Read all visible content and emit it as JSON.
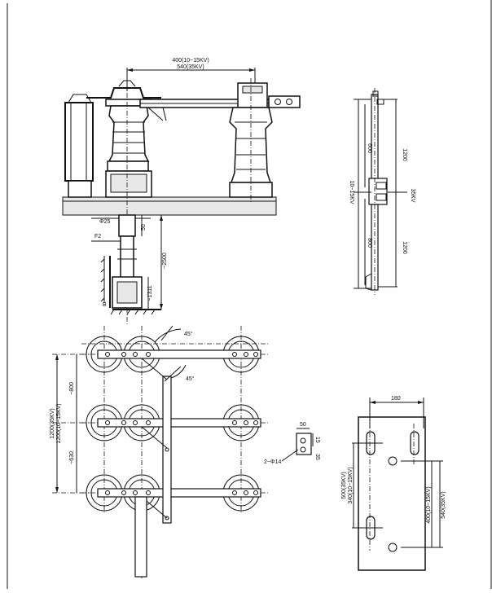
{
  "drawing": {
    "elevation": {
      "dim_top_line1": "400(10~15KV)",
      "dim_top_line2": "540(35KV)",
      "phi25": "Φ25",
      "f2": "F2",
      "dim_50": "50",
      "dim_2500": "~2500",
      "dim_1311": "~1311",
      "b": "B"
    },
    "side_view": {
      "v600": "600",
      "v800": "800",
      "v1200a": "1200",
      "v1200b": "1200",
      "lbl_1015": "10~15KV",
      "lbl_35": "35KV"
    },
    "plan": {
      "angle1": "45°",
      "angle2": "45°",
      "spacing_line1": "1200(35KV)",
      "spacing_line2": "1200(10~15KV)",
      "d800": "~800",
      "d630": "~630"
    },
    "detail": {
      "d50": "50",
      "d15": "15",
      "d35": "35",
      "holes": "2~Φ14"
    },
    "base_plate": {
      "w180": "180",
      "v500": "500(35KV)",
      "v340": "340(10~15KV)",
      "v400": "400(10~15KV)",
      "v540": "540(35KV)"
    }
  }
}
